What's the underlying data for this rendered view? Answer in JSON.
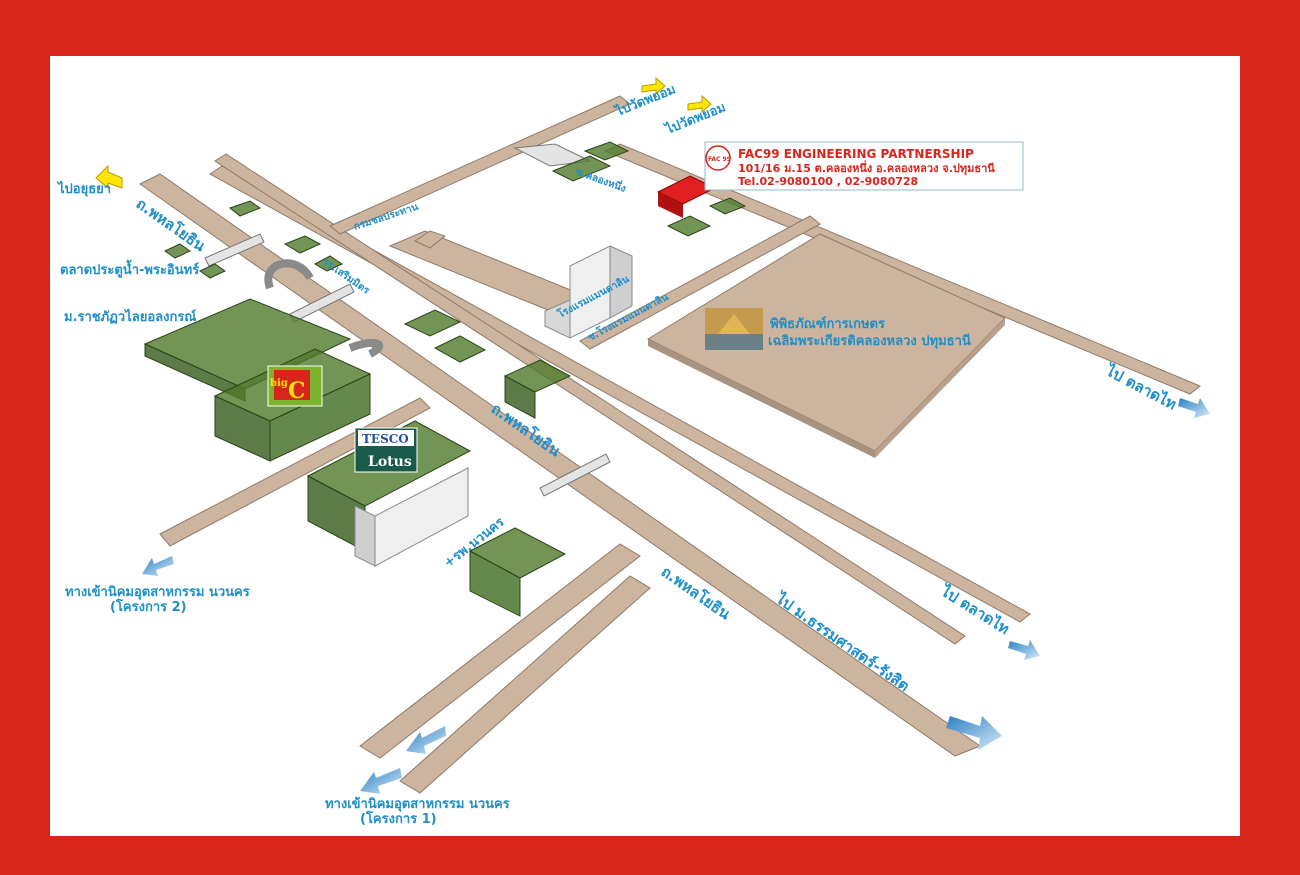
{
  "company": {
    "name": "FAC99 ENGINEERING PARTNERSHIP",
    "address": "101/16 ม.15 ต.คลองหนึ่ง อ.คลองหลวง จ.ปทุมธานี",
    "phone": "Tel.02-9080100  , 02-9080728",
    "logo_text": "FAC 99"
  },
  "labels": {
    "to_wat_phayom_1": "ไปวัดพยอม",
    "to_wat_phayom_2": "ไปวัดพยอม",
    "to_ayutthaya": "ไปอยุธยา",
    "phahon_1": "ถ.พหลโยธิน",
    "phahon_2": "ถ.พหลโยธิน",
    "phahon_3": "ถ.พหลโยธิน",
    "irrigation": "กรมชลประทาน",
    "pratunam_market": "ตลาดประตูน้ำ-พระอินทร์",
    "rajabhat": "ม.ราชภัฏวไลยอลงกรณ์",
    "school": "รร.เสริมมิตร",
    "hotel": "โรงแรมแมนดาลิน",
    "soi_hotel": "ซ.โรงแรมแมนดาลิน",
    "museum_1": "พิพิธภัณฑ์การเกษตร",
    "museum_2": "เฉลิมพระเกียรติคลองหลวง ปทุมธานี",
    "to_talad_thai_1": "ไป ตลาดไท",
    "to_talad_thai_2": "ไป ตลาดไท",
    "to_thammasat": "ไป ม.ธรรมศาสตร์-รังสิต",
    "hospital": "+รพ.นวนคร",
    "navanakorn_2_a": "ทางเข้านิคมอุตสาหกรรม นวนคร",
    "navanakorn_2_b": "(โครงการ 2)",
    "navanakorn_1_a": "ทางเข้านิคมอุตสาหกรรม นวนคร",
    "navanakorn_1_b": "(โครงการ 1)",
    "near_company": "ซ.คลองหนึ่ง"
  },
  "stores": {
    "bigc_big": "big",
    "bigc_c": "C",
    "tesco": "TESCO",
    "lotus": "Lotus"
  },
  "colors": {
    "frame": "#d8251c",
    "road": "#cdb49e",
    "building_green": "#4f7a2a",
    "label_blue": "#1f8fc9",
    "company_red": "#d8251c"
  }
}
